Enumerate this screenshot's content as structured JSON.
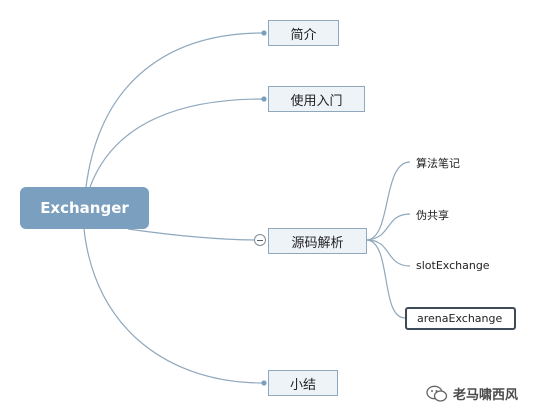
{
  "diagram": {
    "root": "Exchanger",
    "topics": [
      {
        "label": "简介"
      },
      {
        "label": "使用入门"
      },
      {
        "label": "源码解析"
      },
      {
        "label": "小结"
      }
    ],
    "leaves": [
      {
        "label": "算法笔记"
      },
      {
        "label": "伪共享"
      },
      {
        "label": "slotExchange"
      },
      {
        "label": "arenaExchange"
      }
    ]
  },
  "watermark": {
    "text": "老马啸西风",
    "icon": "wechat-icon"
  },
  "colors": {
    "root_fill": "#7a9fbf",
    "topic_fill": "#eef3f8",
    "topic_border": "#8fa8bd",
    "connector": "#8fa8bd"
  }
}
